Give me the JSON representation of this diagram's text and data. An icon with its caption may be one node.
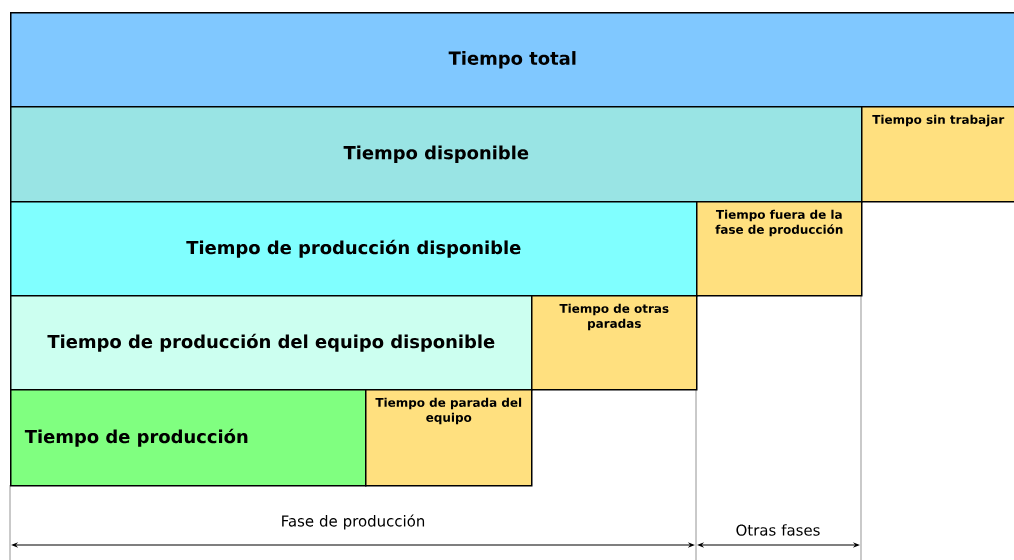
{
  "diagram": {
    "nodes": [
      {
        "text": [
          "Tiempo total"
        ]
      },
      {
        "text": [
          "Tiempo disponible"
        ]
      },
      {
        "text": [
          "Tiempo sin trabajar"
        ]
      },
      {
        "text": [
          "Tiempo de producción disponible"
        ]
      },
      {
        "text": [
          "Tiempo fuera de la fase de producción"
        ]
      },
      {
        "text": [
          "Tiempo de producción del equipo disponible"
        ]
      },
      {
        "text": [
          "Tiempo de otras paradas"
        ]
      },
      {
        "text": [
          "Tiempo de producción"
        ]
      },
      {
        "text": [
          "Tiempo de parada del equipo"
        ]
      }
    ],
    "labels": [
      "Otras fases",
      "Fase de producción"
    ]
  }
}
